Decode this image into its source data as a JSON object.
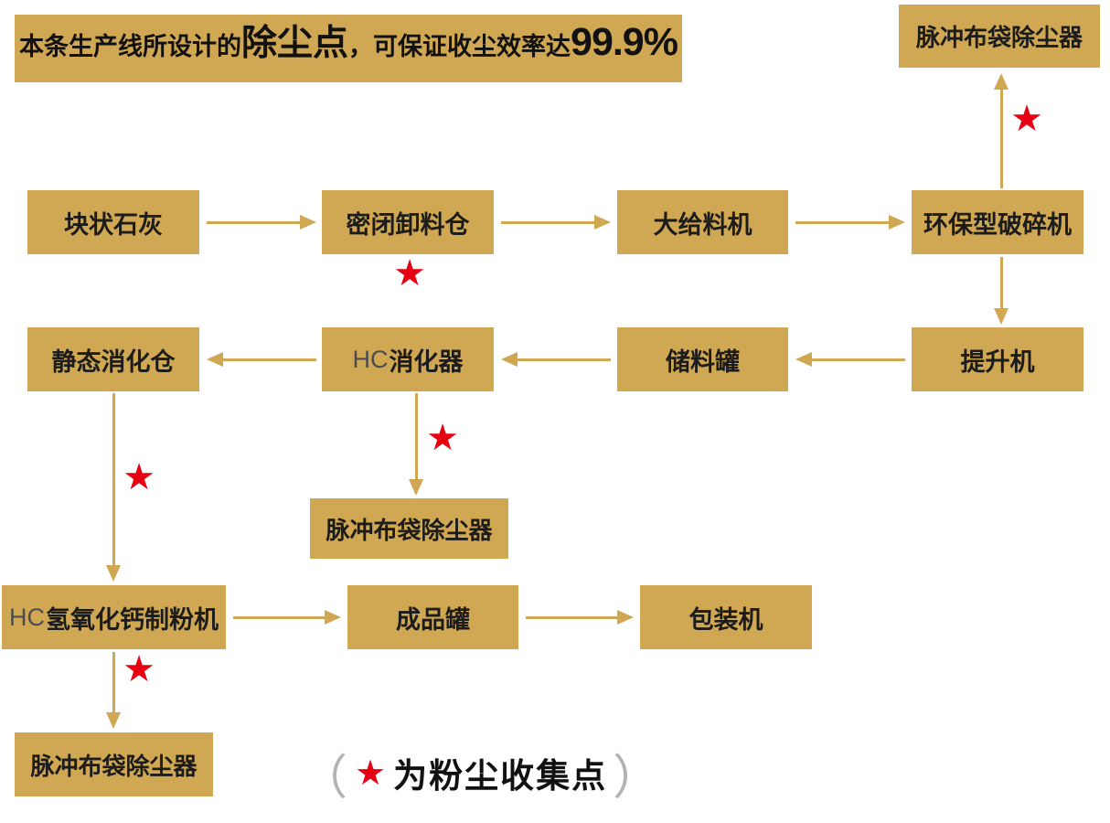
{
  "colors": {
    "gold": "#d0a752",
    "red": "#e60012",
    "text": "#1c1c1c"
  },
  "banner": {
    "prefix": "本条生产线所设计的",
    "highlight": "除尘点",
    "middle": "，可保证收尘效率达",
    "percent": "99.9%"
  },
  "nodes": {
    "bulk_lime": {
      "label": "块状石灰"
    },
    "sealed_unloading_bin": {
      "label": "密闭卸料仓"
    },
    "feeder": {
      "label": "大给料机"
    },
    "eco_crusher": {
      "label": "环保型破碎机"
    },
    "static_digestion_bin": {
      "label": "静态消化仓"
    },
    "hc_digester": {
      "prefix": "HC",
      "label": "消化器"
    },
    "storage_tank": {
      "label": "储料罐"
    },
    "elevator": {
      "label": "提升机"
    },
    "hc_mill": {
      "prefix": "HC",
      "label": "氢氧化钙制粉机"
    },
    "finished_tank": {
      "label": "成品罐"
    },
    "packing_machine": {
      "label": "包装机"
    },
    "dust_collector_top": {
      "label": "脉冲布袋除尘器"
    },
    "dust_collector_middle": {
      "label": "脉冲布袋除尘器"
    },
    "dust_collector_bottom": {
      "label": "脉冲布袋除尘器"
    }
  },
  "star": {
    "glyph": "★"
  },
  "legend": {
    "open": "（",
    "star": "★",
    "label": "为粉尘收集点",
    "close": "）"
  }
}
